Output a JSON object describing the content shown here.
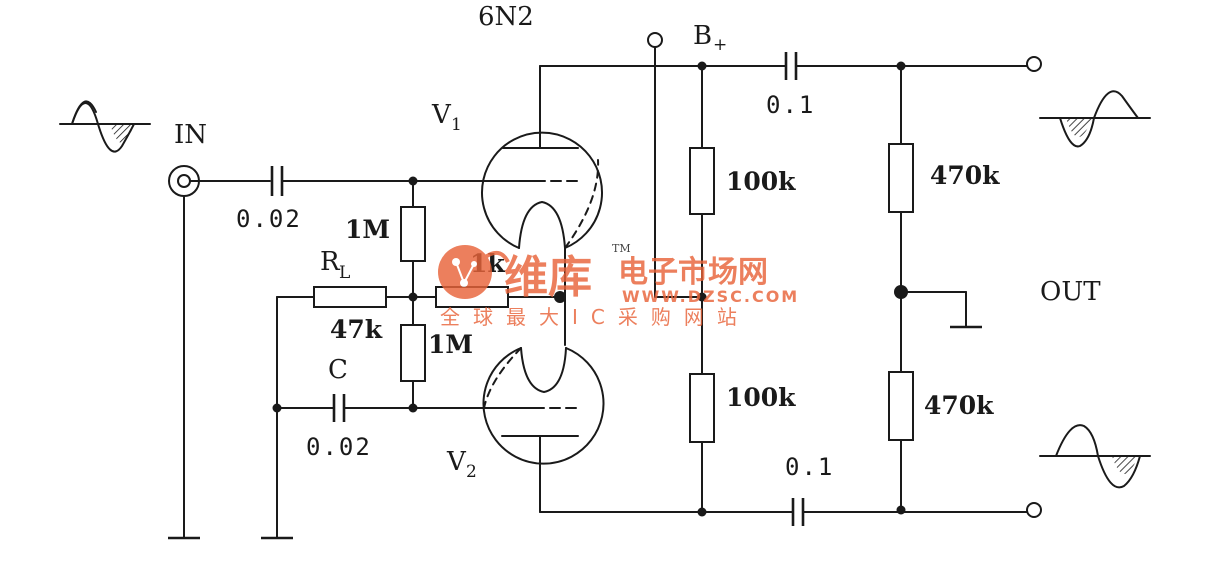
{
  "labels": {
    "tube_type": "6N2",
    "supply": "B",
    "supply_sign": "+",
    "input": "IN",
    "output": "OUT",
    "tube1": "V",
    "tube1_sub": "1",
    "tube2": "V",
    "tube2_sub": "2",
    "cap_in": "0.02",
    "cap_c": "0.02",
    "cap_c_name": "C",
    "cap_out1": "0.1",
    "cap_out2": "0.1",
    "r_grid1": "1M",
    "r_grid2": "1M",
    "r_load_name": "R",
    "r_load_sub": "L",
    "r_load": "47k",
    "r_cathode": "1k",
    "r_plate1": "100k",
    "r_plate2": "100k",
    "r_out1": "470k",
    "r_out2": "470k"
  },
  "watermark": {
    "brand": "维库",
    "tm": "TM",
    "title": "电子市场网",
    "url": "WWW.DZSC.COM",
    "slogan": "全球最大IC采购网站",
    "color": "#e8643a"
  },
  "colors": {
    "ink": "#1a1a1a",
    "background": "#ffffff",
    "watermark": "#e8643a"
  }
}
